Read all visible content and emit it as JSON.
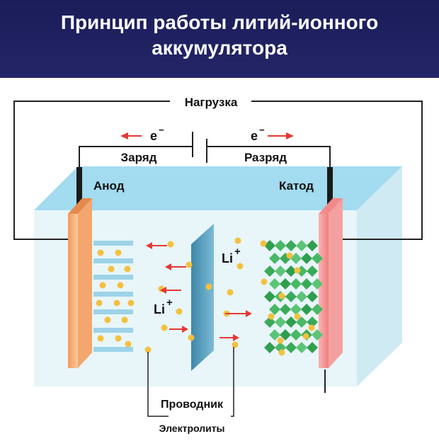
{
  "header": {
    "title_line1": "Принцип работы литий-ионного",
    "title_line2": "аккумулятора",
    "background": "#1b1d5a"
  },
  "diagram": {
    "load_label": "Нагрузка",
    "charge_label": "Заряд",
    "discharge_label": "Разряд",
    "electron_symbol": "e",
    "electron_charge": "−",
    "anode_label": "Анод",
    "cathode_label": "Катод",
    "lithium_symbol": "Li",
    "lithium_charge": "+",
    "conductor_label": "Проводник",
    "electrolytes_label": "Электролиты",
    "colors": {
      "arrow": "#e53935",
      "lithium_ion": "#f4c040",
      "anode_plate": "#f7b27a",
      "cathode_plate": "#f59a9a",
      "separator": "#4a8fb0",
      "cathode_crystal": "#3dab56",
      "anode_layers": "#9dd3e8",
      "electrolyte": "#e6f4f8",
      "box_top": "#9fd8ee"
    }
  }
}
